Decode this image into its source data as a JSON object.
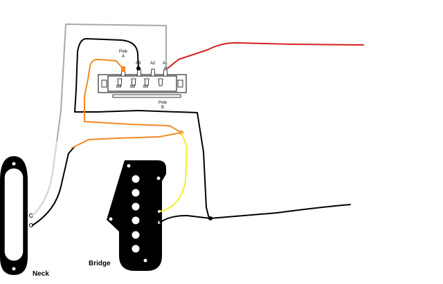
{
  "switch": {
    "top_labels": {
      "pole_a": "Pole\nA",
      "a3": "A3",
      "a2": "A2",
      "a1": "A1"
    },
    "pole_a_line1": "Pole",
    "pole_a_line2": "A",
    "a3": "A3",
    "a2": "A2",
    "a1": "A1",
    "b3": "B3",
    "b2": "B2",
    "b1": "B1",
    "pole_b_line1": "Pole",
    "pole_b_line2": "B"
  },
  "pickups": {
    "neck_label": "Neck",
    "bridge_label": "Bridge"
  },
  "wire_colors": {
    "black": "#000000",
    "red": "#d42020",
    "orange": "#f08a24",
    "yellow": "#f2ee2a",
    "gray": "#a8a8a8",
    "white": "#d8d8d8"
  }
}
